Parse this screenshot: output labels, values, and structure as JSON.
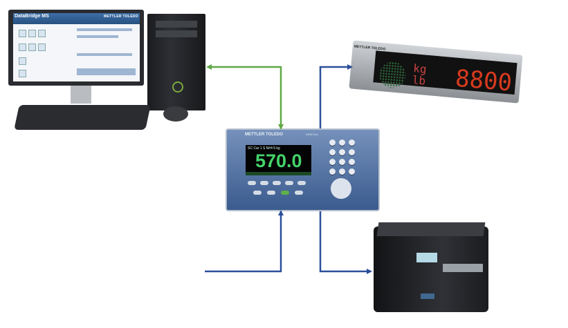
{
  "title": "",
  "colors": {
    "green_link": "#5fa845",
    "blue_link": "#2a4f9a"
  },
  "pc": {
    "app_name": "DataBridge MS",
    "brand": "METTLER TOLEDO"
  },
  "display": {
    "brand": "METTLER TOLEDO",
    "unit_kg": "kg",
    "unit_lb": "lb",
    "reading": "8800"
  },
  "terminal": {
    "brand": "METTLER TOLEDO",
    "model": "IND570xx",
    "lcd_status": "SC Car 1 S N#4 5 kg",
    "reading": "570.0"
  },
  "printer": {
    "brand": ""
  }
}
